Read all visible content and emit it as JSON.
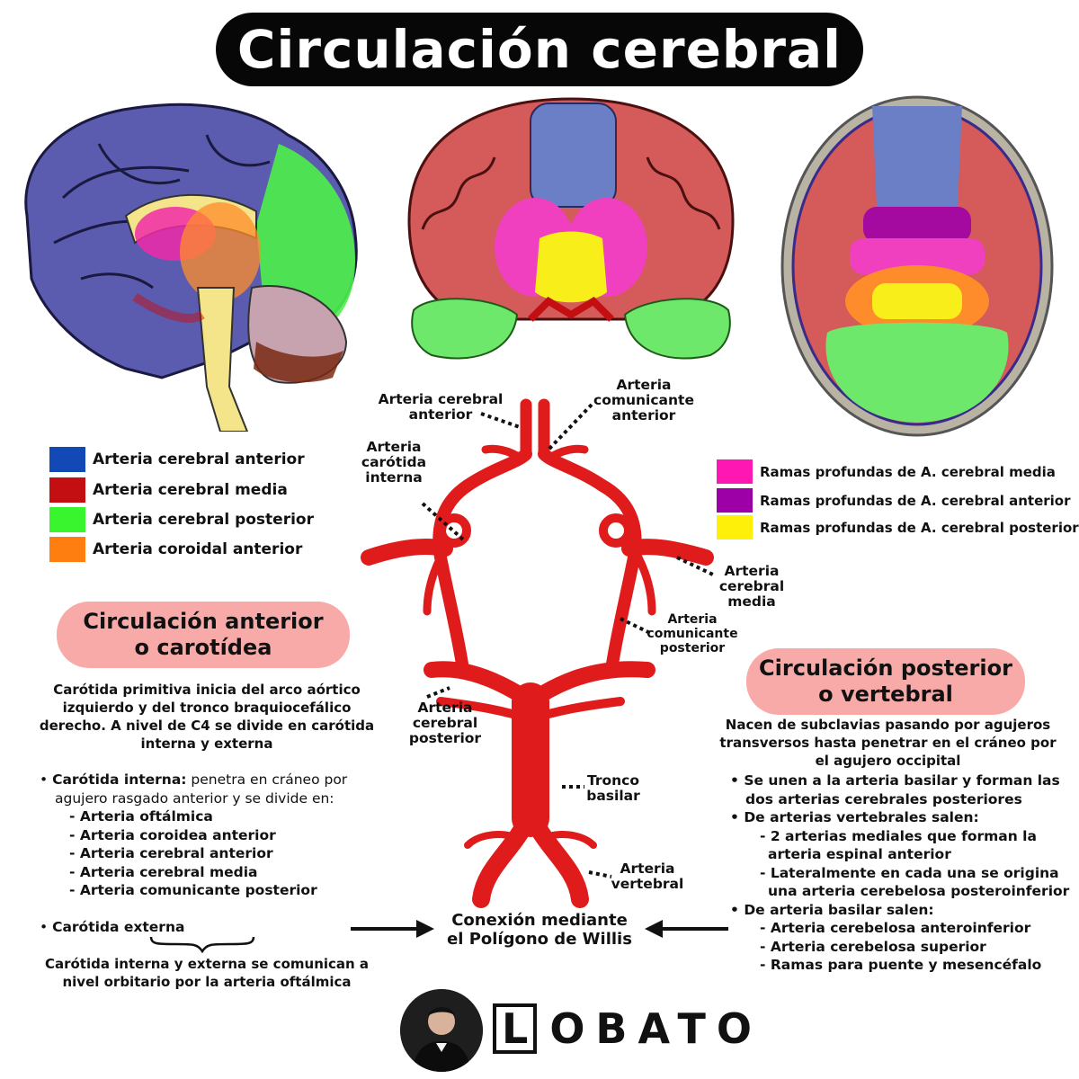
{
  "title": "Circulación cerebral",
  "legend_left": [
    {
      "label": "Arteria cerebral anterior",
      "color": "#1249b6"
    },
    {
      "label": "Arteria cerebral media",
      "color": "#c30f12"
    },
    {
      "label": "Arteria cerebral posterior",
      "color": "#39f52d"
    },
    {
      "label": "Arteria coroidal anterior",
      "color": "#ff7e10"
    }
  ],
  "legend_right": [
    {
      "label": "Ramas profundas de A. cerebral media",
      "color": "#ff17b4"
    },
    {
      "label": "Ramas profundas de A. cerebral anterior",
      "color": "#9e00a7"
    },
    {
      "label": "Ramas profundas de A. cerebral posterior",
      "color": "#fff00a"
    }
  ],
  "artery_labels": {
    "cerebral_anterior": [
      "Arteria cerebral",
      "anterior"
    ],
    "comunicante_anterior": [
      "Arteria",
      "comunicante",
      "anterior"
    ],
    "carotida_interna": [
      "Arteria",
      "carótida",
      "interna"
    ],
    "cerebral_media": [
      "Arteria",
      "cerebral",
      "media"
    ],
    "comunicante_posterior": [
      "Arteria",
      "comunicante",
      "posterior"
    ],
    "cerebral_posterior": [
      "Arteria",
      "cerebral",
      "posterior"
    ],
    "tronco_basilar": [
      "Tronco",
      "basilar"
    ],
    "vertebral": [
      "Arteria",
      "vertebral"
    ]
  },
  "anterior": {
    "heading": [
      "Circulación anterior",
      "o carotídea"
    ],
    "intro": [
      "Carótida primitiva inicia del arco aórtico",
      "izquierdo y del tronco braquiocefálico",
      "derecho. A nivel de C4 se divide en carótida",
      "interna y externa"
    ],
    "bullet1_bold": "Carótida interna:",
    "bullet1_text": " penetra en cráneo por",
    "bullet1_text2": "agujero rasgado anterior y se divide en:",
    "branches": [
      "- Arteria oftálmica",
      "- Arteria coroidea anterior",
      "- Arteria cerebral anterior",
      "- Arteria cerebral media",
      "- Arteria comunicante posterior"
    ],
    "bullet2": "Carótida externa",
    "footer": [
      "Carótida interna y externa se comunican a",
      "nivel orbitario por la arteria oftálmica"
    ]
  },
  "posterior": {
    "heading": [
      "Circulación posterior",
      "o vertebral"
    ],
    "intro": [
      "Nacen de subclavias pasando por agujeros",
      "transversos hasta penetrar en el cráneo por",
      "el agujero occipital"
    ],
    "bullet1": [
      "Se unen a la arteria basilar y forman las",
      "dos arterias cerebrales posteriores"
    ],
    "bullet2": "De arterias vertebrales salen:",
    "bullet2_items": [
      [
        "- 2 arterias mediales que forman la",
        "arteria espinal anterior"
      ],
      [
        "- Lateralmente en cada una se origina",
        "una arteria cerebelosa posteroinferior"
      ]
    ],
    "bullet3": "De arteria basilar salen:",
    "bullet3_items": [
      "- Arteria cerebelosa anteroinferior",
      "- Arteria cerebelosa superior",
      "- Ramas para puente y mesencéfalo"
    ]
  },
  "conexion": [
    "Conexión mediante",
    "el Polígono de Willis"
  ],
  "logo": {
    "first": "L",
    "rest": "OBATO"
  }
}
